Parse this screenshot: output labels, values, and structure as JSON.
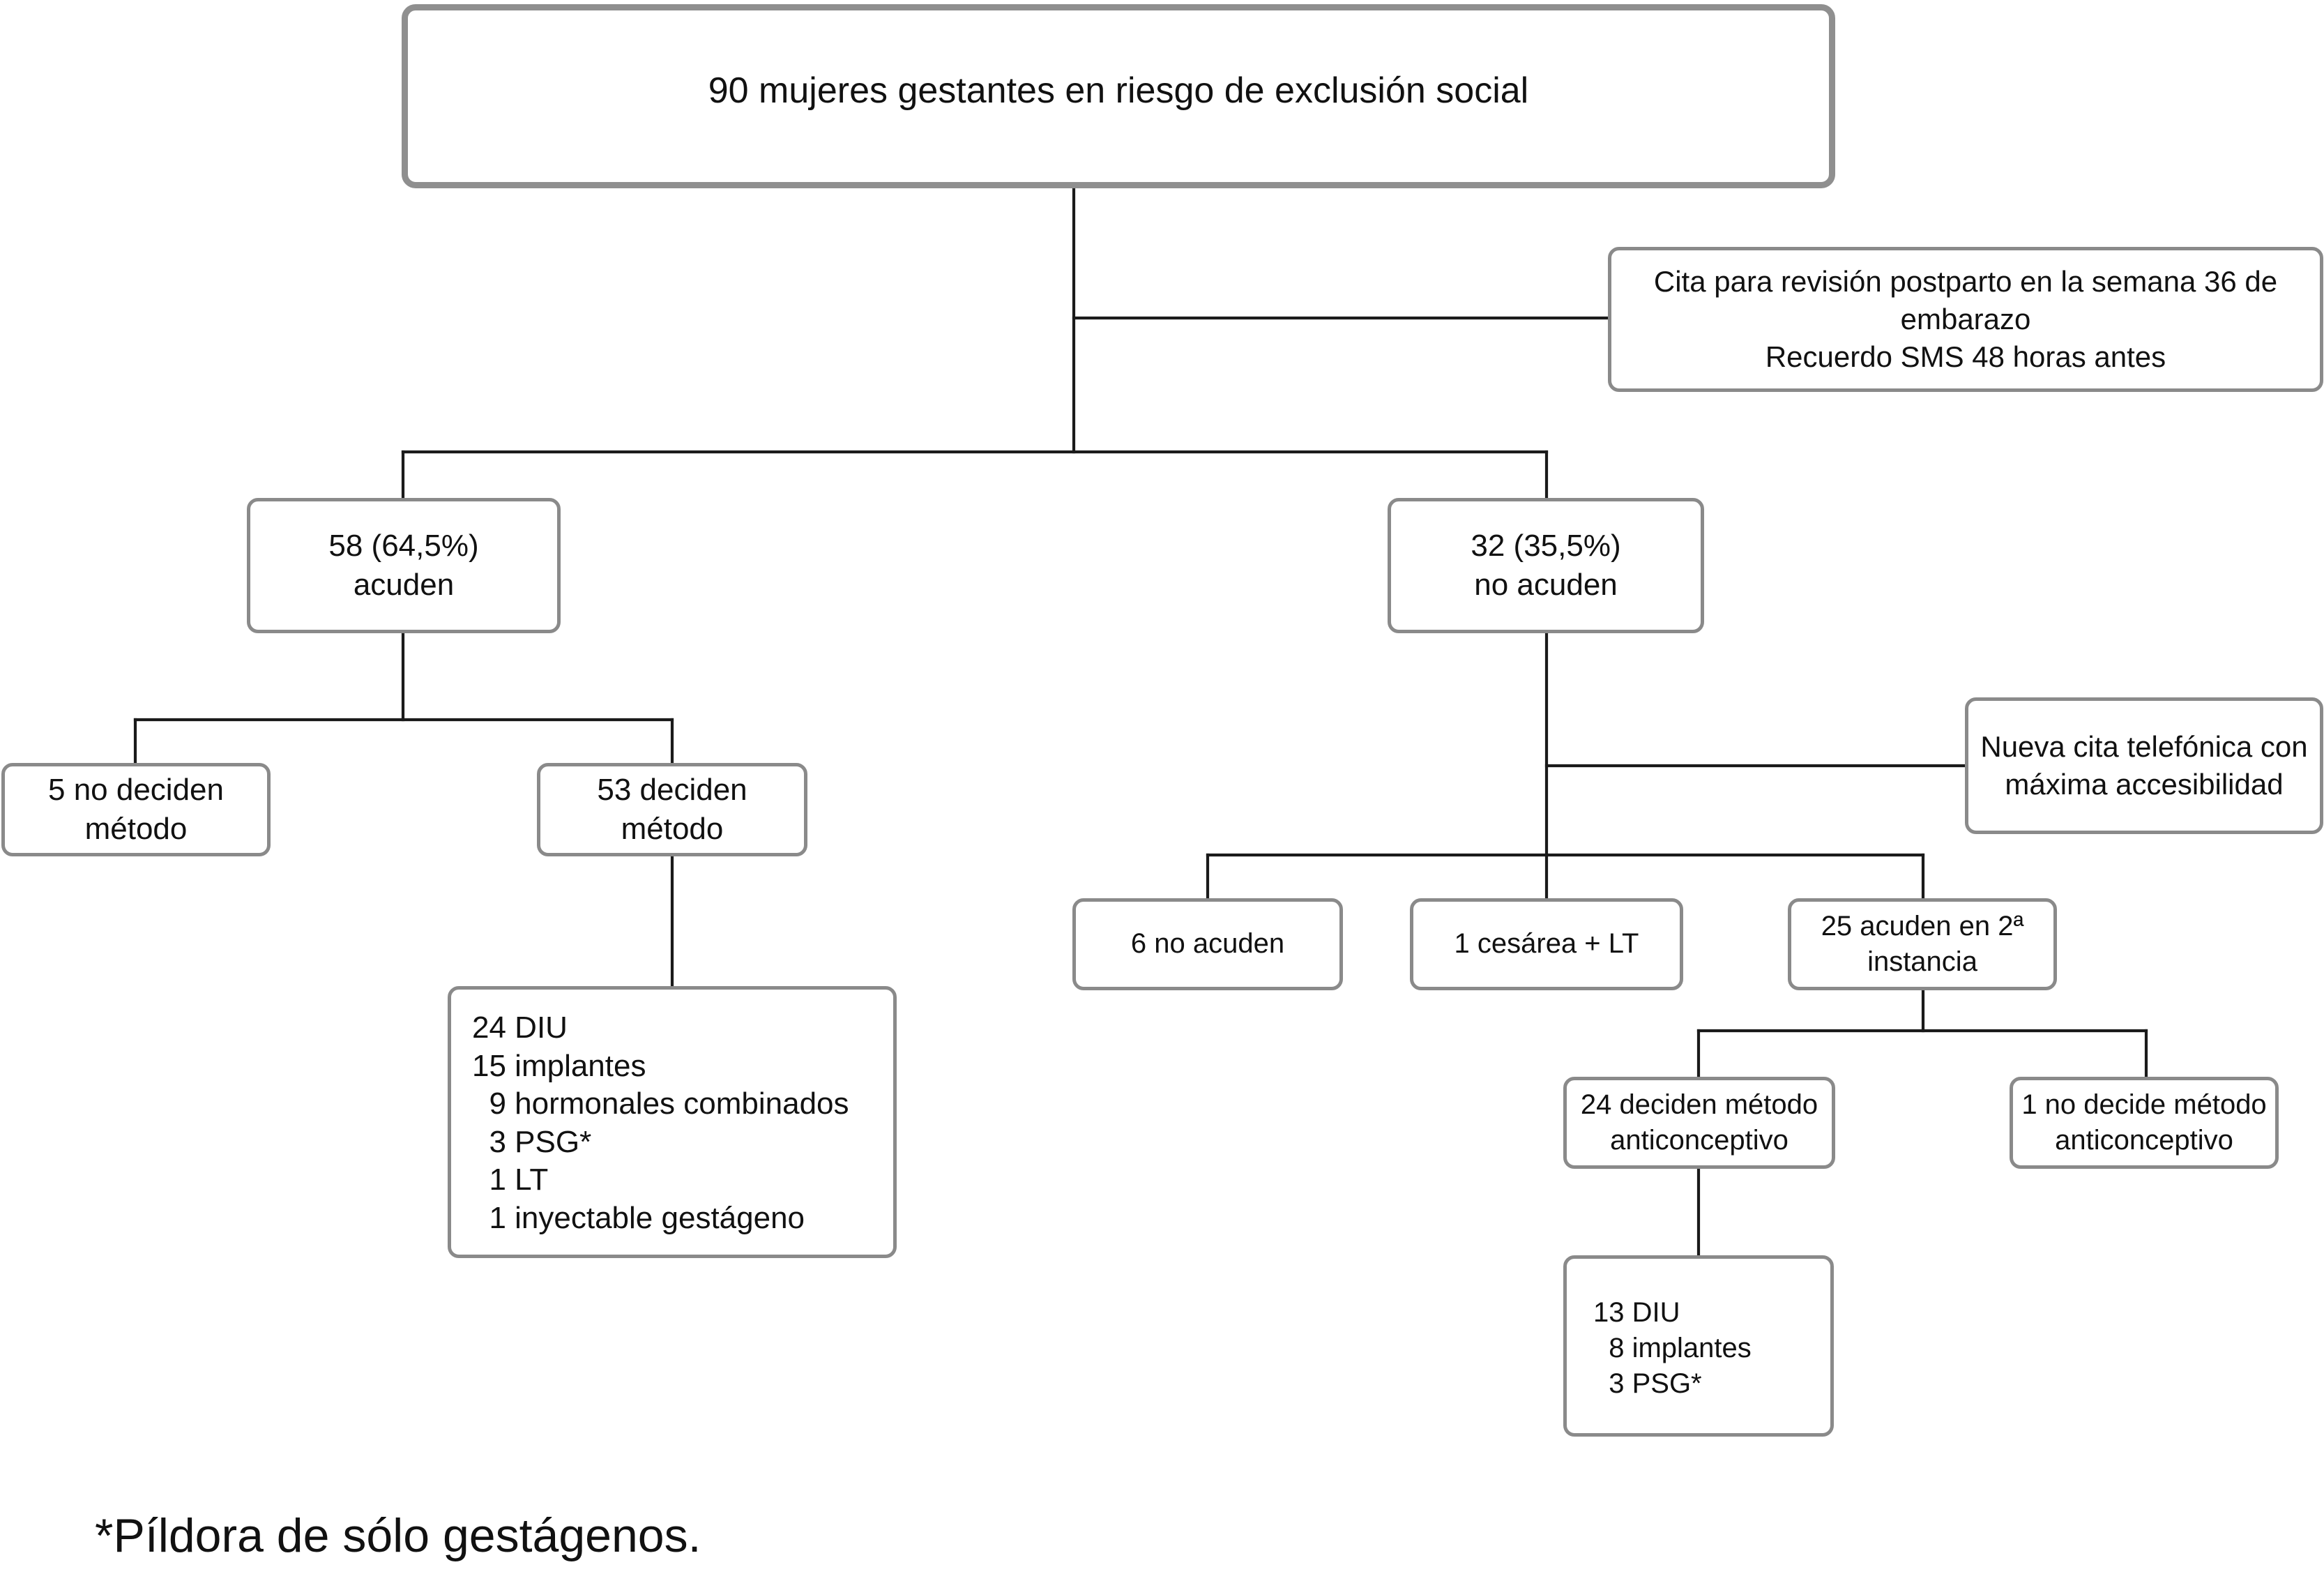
{
  "root": {
    "label": "90 mujeres gestantes en riesgo de exclusión social"
  },
  "notes": {
    "cita": {
      "lines": [
        "Cita para revisión postparto en la semana 36 de",
        "embarazo",
        "Recuerdo SMS 48 horas antes"
      ]
    },
    "nueva_cita": {
      "lines": [
        "Nueva cita telefónica con",
        "máxima accesibilidad"
      ]
    }
  },
  "acuden": {
    "lines": [
      "58 (64,5%)",
      "acuden"
    ],
    "no_deciden": {
      "lines": [
        "5 no deciden",
        "método"
      ]
    },
    "deciden": {
      "lines": [
        "53 deciden",
        "método"
      ]
    },
    "methods": {
      "lines": [
        "24 DIU",
        "15 implantes",
        "  9 hormonales combinados",
        "  3 PSG*",
        "  1 LT",
        "  1 inyectable gestágeno"
      ]
    }
  },
  "no_acuden": {
    "lines": [
      "32 (35,5%)",
      "no acuden"
    ],
    "no_acuden_final": {
      "lines": [
        "6 no acuden"
      ]
    },
    "cesarea": {
      "lines": [
        "1 cesárea + LT"
      ]
    },
    "segunda": {
      "lines": [
        "25 acuden en 2ª",
        "instancia"
      ]
    },
    "deciden": {
      "lines": [
        "24 deciden método",
        "anticonceptivo"
      ]
    },
    "no_decide": {
      "lines": [
        "1 no decide método",
        "anticonceptivo"
      ]
    },
    "methods": {
      "lines": [
        "13 DIU",
        "  8 implantes",
        "  3 PSG*"
      ]
    }
  },
  "footnote": "*Píldora de sólo gestágenos."
}
